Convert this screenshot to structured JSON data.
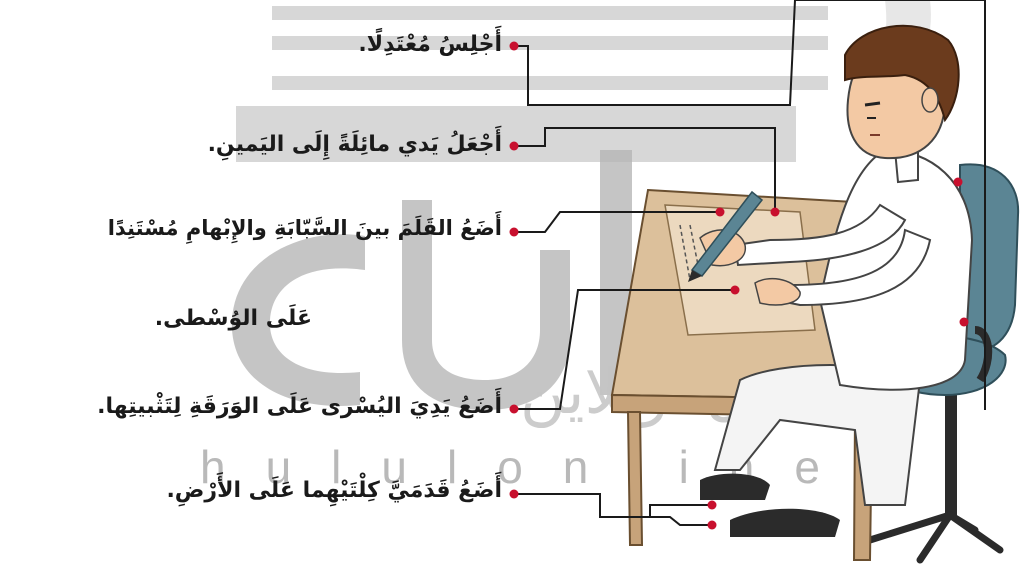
{
  "instructions": [
    {
      "text": "أَجْلِسُ مُعْتَدِلًا."
    },
    {
      "text": "أَجْعَلُ يَدي مائِلَةً إِلَى اليَمينِ."
    },
    {
      "text": "أَضَعُ القَلَمَ بينَ السَّبّابَةِ والإِبْهامِ مُسْتَنِدًا"
    },
    {
      "text": "عَلَى الوُسْطى."
    },
    {
      "text": "أَضَعُ يَدِيَ اليُسْرى عَلَى الوَرَقَةِ لِتَثْبيتِها."
    },
    {
      "text": "أَضَعُ قَدَمَيَّ كِلْتَيْهِما عَلَى الأَرْضِ."
    }
  ],
  "watermark": {
    "arabic": "الحلول أونلاين",
    "latin": "hululonline"
  },
  "colors": {
    "leader_dot": "#c8102e",
    "leader_line": "#1a1a1a",
    "watermark": "#b5b5b5",
    "highlight_bar": "#d7d7d7",
    "desk_top": "#dcc09b",
    "chair": "#5b8594",
    "shirt": "#ffffff",
    "hair": "#6b3b1d"
  }
}
